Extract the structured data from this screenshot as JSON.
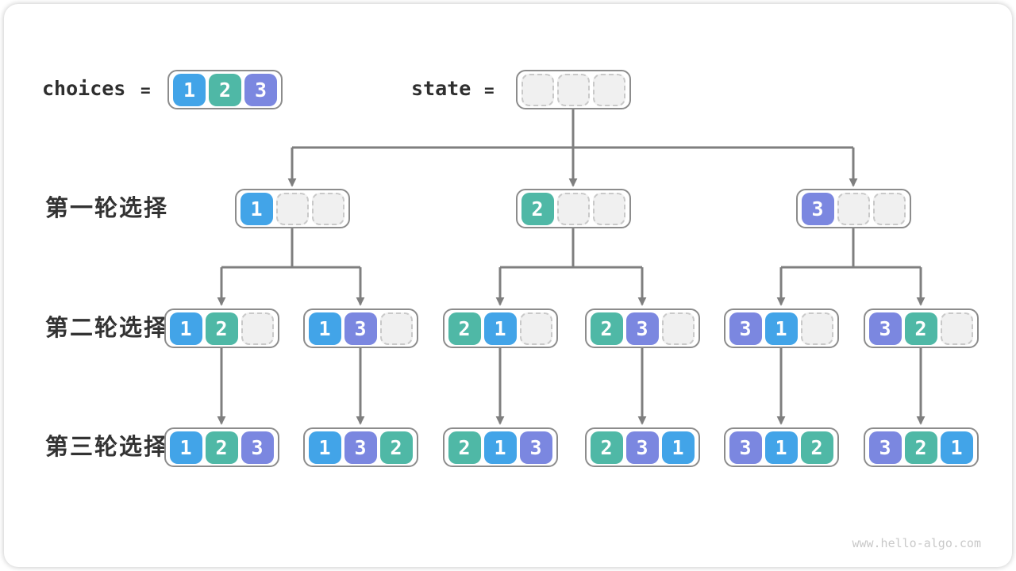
{
  "header": {
    "choices_label": "choices",
    "equals": "=",
    "choices_values": [
      "1",
      "2",
      "3"
    ],
    "state_label": "state",
    "state_slots": 3
  },
  "colors": {
    "1": "#42A4E8",
    "2": "#4FB8A6",
    "3": "#7B87E0",
    "line": "#7F7F7F",
    "node_border": "#8C8C8C",
    "empty_fill": "#F0F0F0",
    "empty_border": "#C9C9C9"
  },
  "rows": [
    {
      "label": "第一轮选择",
      "nodes": [
        {
          "cells": [
            "1",
            null,
            null
          ]
        },
        {
          "cells": [
            "2",
            null,
            null
          ]
        },
        {
          "cells": [
            "3",
            null,
            null
          ]
        }
      ]
    },
    {
      "label": "第二轮选择",
      "nodes": [
        {
          "cells": [
            "1",
            "2",
            null
          ]
        },
        {
          "cells": [
            "1",
            "3",
            null
          ]
        },
        {
          "cells": [
            "2",
            "1",
            null
          ]
        },
        {
          "cells": [
            "2",
            "3",
            null
          ]
        },
        {
          "cells": [
            "3",
            "1",
            null
          ]
        },
        {
          "cells": [
            "3",
            "2",
            null
          ]
        }
      ]
    },
    {
      "label": "第三轮选择",
      "nodes": [
        {
          "cells": [
            "1",
            "2",
            "3"
          ]
        },
        {
          "cells": [
            "1",
            "3",
            "2"
          ]
        },
        {
          "cells": [
            "2",
            "1",
            "3"
          ]
        },
        {
          "cells": [
            "2",
            "3",
            "1"
          ]
        },
        {
          "cells": [
            "3",
            "1",
            "2"
          ]
        },
        {
          "cells": [
            "3",
            "2",
            "1"
          ]
        }
      ]
    }
  ],
  "watermark": "www.hello-algo.com"
}
